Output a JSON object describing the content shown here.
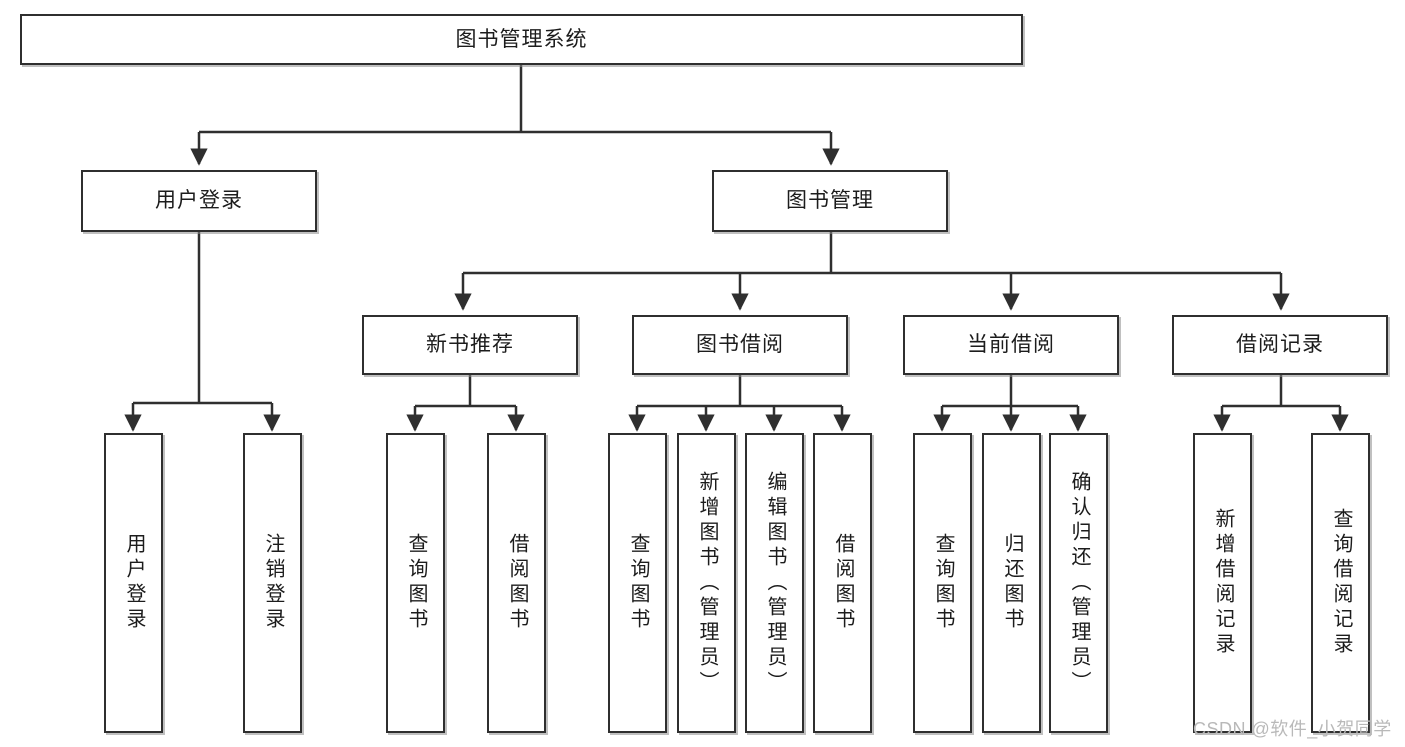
{
  "diagram": {
    "title": "图书管理系统",
    "type": "hierarchy-tree",
    "watermark": "CSDN @软件_小贺同学",
    "colors": {
      "box_border": "#2f2f2f",
      "box_fill": "#ffffff",
      "edge": "#2f2f2f",
      "text": "#1c1c1c",
      "watermark": "#b9b9b9",
      "background": "#ffffff"
    },
    "nodes": {
      "root": {
        "label": "图书管理系统",
        "level": 1,
        "orientation": "horizontal"
      },
      "l2": [
        {
          "id": "user-login",
          "label": "用户登录",
          "level": 2,
          "orientation": "horizontal"
        },
        {
          "id": "book-manage",
          "label": "图书管理",
          "level": 2,
          "orientation": "horizontal"
        }
      ],
      "l3": [
        {
          "id": "new-book-recommend",
          "label": "新书推荐",
          "level": 3,
          "orientation": "horizontal"
        },
        {
          "id": "book-borrow",
          "label": "图书借阅",
          "level": 3,
          "orientation": "horizontal"
        },
        {
          "id": "current-borrow",
          "label": "当前借阅",
          "level": 3,
          "orientation": "horizontal"
        },
        {
          "id": "borrow-record",
          "label": "借阅记录",
          "level": 3,
          "orientation": "horizontal"
        }
      ],
      "leaves": [
        {
          "id": "leaf-user-login",
          "label": "用户登录",
          "parent": "user-login",
          "orientation": "vertical"
        },
        {
          "id": "leaf-user-logout",
          "label": "注销登录",
          "parent": "user-login",
          "orientation": "vertical"
        },
        {
          "id": "leaf-query-book-1",
          "label": "查询图书",
          "parent": "new-book-recommend",
          "orientation": "vertical"
        },
        {
          "id": "leaf-borrow-book-1",
          "label": "借阅图书",
          "parent": "new-book-recommend",
          "orientation": "vertical"
        },
        {
          "id": "leaf-query-book-2",
          "label": "查询图书",
          "parent": "book-borrow",
          "orientation": "vertical"
        },
        {
          "id": "leaf-add-book",
          "label": "新增图书（管理员）",
          "parent": "book-borrow",
          "orientation": "vertical"
        },
        {
          "id": "leaf-edit-book",
          "label": "编辑图书（管理员）",
          "parent": "book-borrow",
          "orientation": "vertical"
        },
        {
          "id": "leaf-borrow-book-2",
          "label": "借阅图书",
          "parent": "book-borrow",
          "orientation": "vertical"
        },
        {
          "id": "leaf-query-book-3",
          "label": "查询图书",
          "parent": "current-borrow",
          "orientation": "vertical"
        },
        {
          "id": "leaf-return-book",
          "label": "归还图书",
          "parent": "current-borrow",
          "orientation": "vertical"
        },
        {
          "id": "leaf-confirm-return",
          "label": "确认归还（管理员）",
          "parent": "current-borrow",
          "orientation": "vertical"
        },
        {
          "id": "leaf-add-record",
          "label": "新增借阅记录",
          "parent": "borrow-record",
          "orientation": "vertical"
        },
        {
          "id": "leaf-query-record",
          "label": "查询借阅记录",
          "parent": "borrow-record",
          "orientation": "vertical"
        }
      ]
    }
  }
}
